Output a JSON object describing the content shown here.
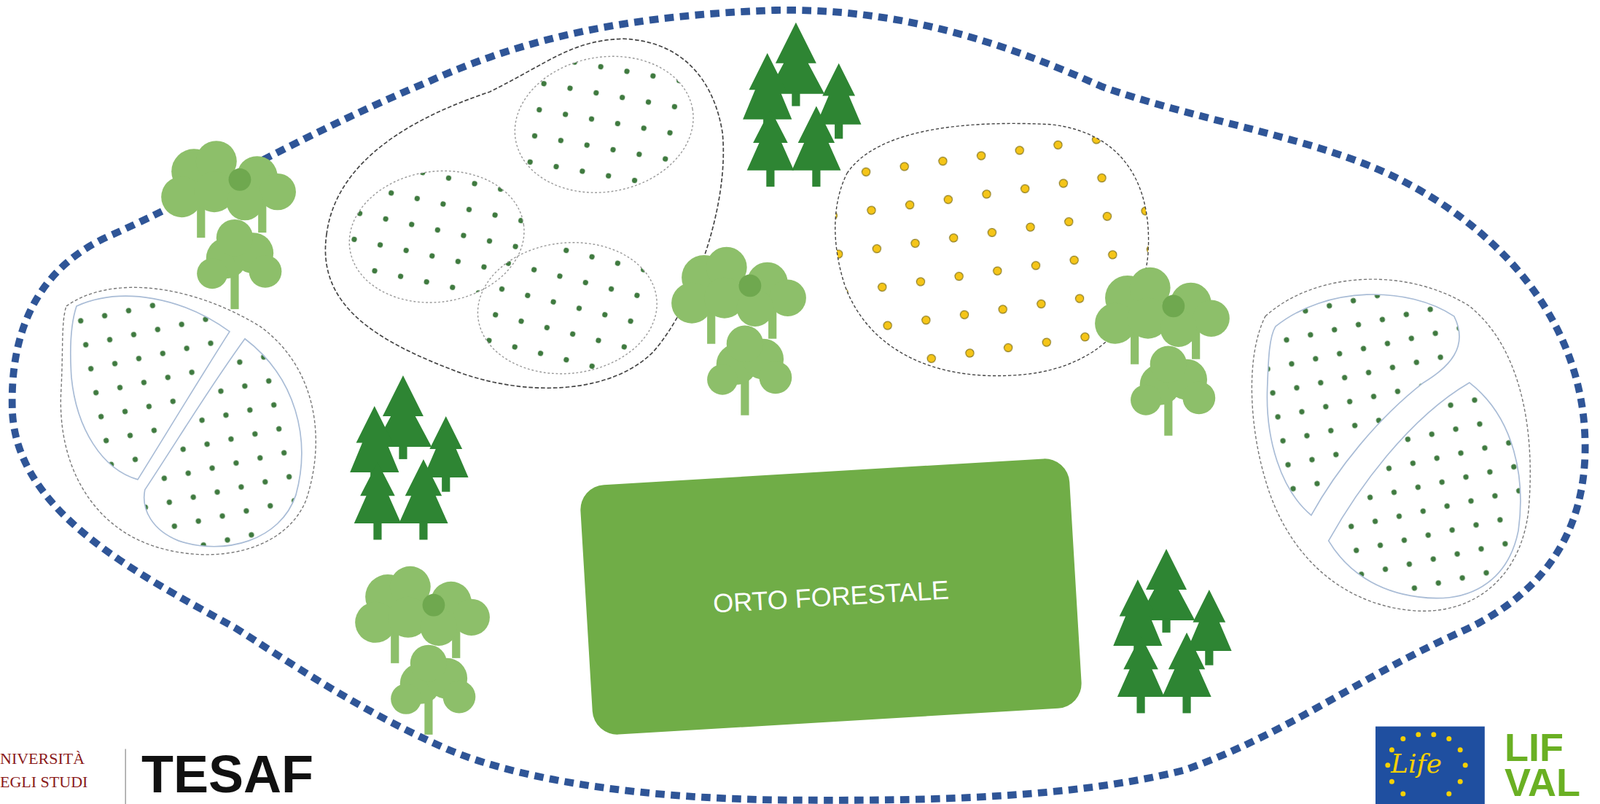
{
  "diagram": {
    "nodes": [
      {
        "text": [
          "ORTO FORESTALE"
        ]
      }
    ],
    "labels": [
      "NIVERSITÀ",
      "EGLI STUDI",
      "TESAF",
      "Life",
      "LIF",
      "VAL"
    ]
  }
}
